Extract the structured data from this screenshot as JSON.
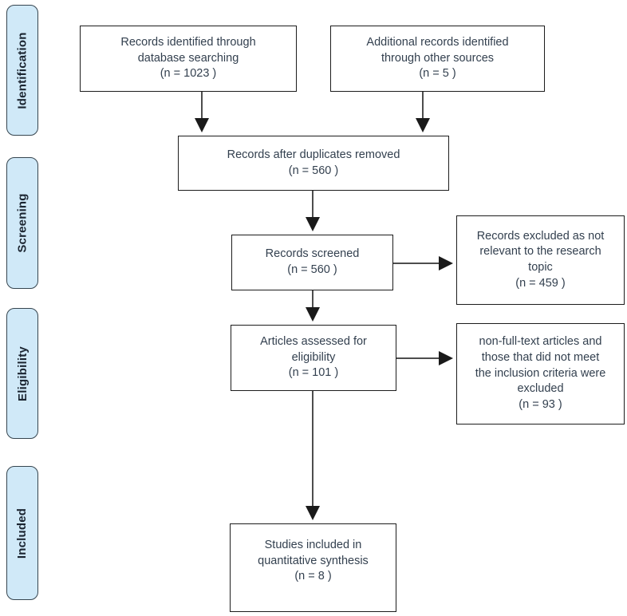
{
  "diagram": {
    "type": "prisma-flow",
    "stages": {
      "identification": "Identification",
      "screening": "Screening",
      "eligibility": "Eligibility",
      "included": "Included"
    },
    "boxes": {
      "identified": {
        "text": "Records identified through\ndatabase searching\n(n = 1023 )"
      },
      "additional": {
        "text": "Additional records identified\nthrough other sources\n(n = 5 )"
      },
      "duplicates_removed": {
        "text": "Records after duplicates removed\n(n = 560 )"
      },
      "screened": {
        "text": "Records screened\n(n = 560 )"
      },
      "excluded_screening": {
        "text": "Records excluded as not\nrelevant to the research\ntopic\n(n = 459 )"
      },
      "assessed": {
        "text": "Articles assessed for\neligibility\n(n = 101 )"
      },
      "excluded_eligibility": {
        "text": "non-full-text articles and\nthose that did not meet\nthe inclusion criteria were\nexcluded\n(n = 93 )"
      },
      "included_studies": {
        "text": "Studies included in\nquantitative synthesis\n(n = 8 )"
      }
    },
    "counts": {
      "identified": 1023,
      "additional": 5,
      "after_duplicates": 560,
      "screened": 560,
      "excluded_screening": 459,
      "assessed": 101,
      "excluded_eligibility": 93,
      "included": 8
    },
    "colors": {
      "stage_label_fill": "#d0e9f8",
      "stage_label_border": "#36454f",
      "stage_label_text": "#1b2531",
      "box_border": "#1c1c1c",
      "box_text": "#33404f",
      "arrow_line": "#4d4d4d",
      "arrow_head": "#1a1a1a"
    }
  }
}
